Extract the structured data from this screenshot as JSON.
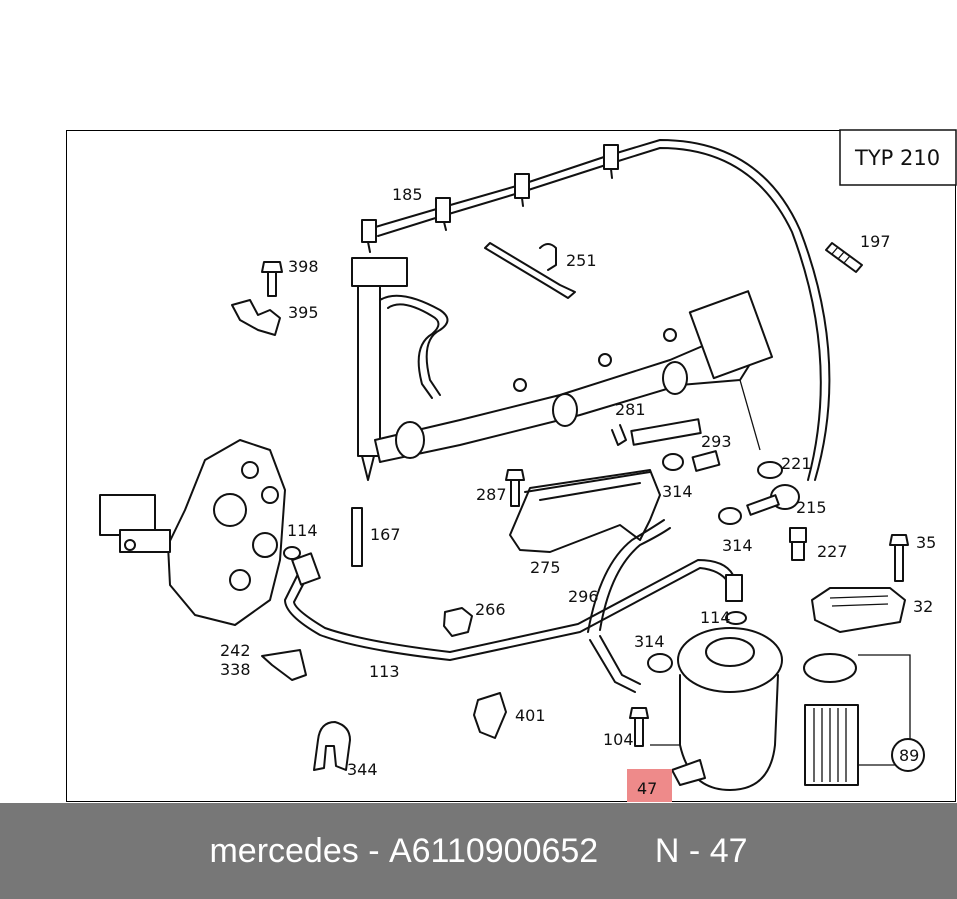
{
  "diagram": {
    "type_label": "TYP 210",
    "highlight_color": "#ee8a8a",
    "highlighted_part": "47",
    "part_labels": {
      "p185": "185",
      "p251": "251",
      "p197": "197",
      "p398": "398",
      "p395": "395",
      "p281": "281",
      "p293": "293",
      "p221": "221",
      "p287": "287",
      "p314a": "314",
      "p215": "215",
      "p114a": "114",
      "p167": "167",
      "p314b": "314",
      "p227": "227",
      "p35": "35",
      "p275": "275",
      "p296": "296",
      "p266": "266",
      "p114b": "114",
      "p32": "32",
      "p242": "242",
      "p338": "338",
      "p113": "113",
      "p314c": "314",
      "p401": "401",
      "p104": "104",
      "p89": "89",
      "p344": "344",
      "p47": "47"
    }
  },
  "footer": {
    "brand": "mercedes",
    "separator1": " - ",
    "part_number": "A6110900652",
    "gap": "      ",
    "position_prefix": "N - ",
    "position_number": "47"
  }
}
